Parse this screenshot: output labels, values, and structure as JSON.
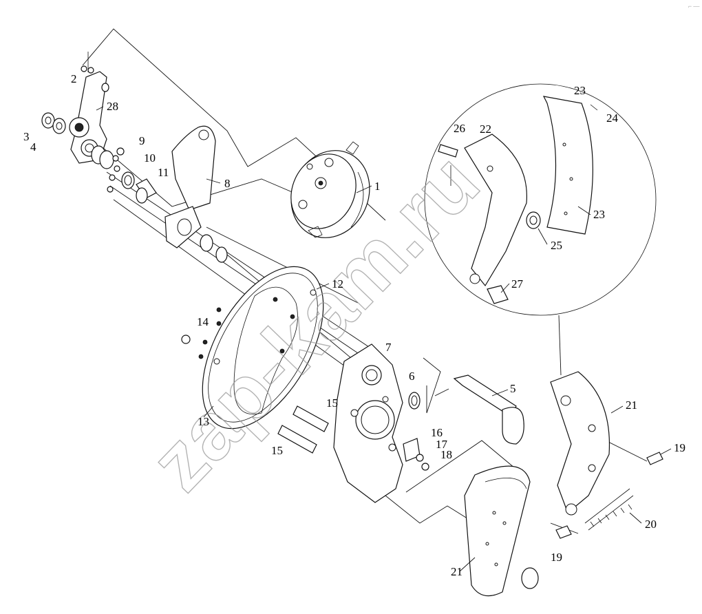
{
  "watermark": "zap-kam.ru",
  "corner_mark": "⌐ —",
  "part_labels": {
    "p1": "1",
    "p2": "2",
    "p3": "3",
    "p4": "4",
    "p5": "5",
    "p6": "6",
    "p7": "7",
    "p8": "8",
    "p9": "9",
    "p10": "10",
    "p11": "11",
    "p12": "12",
    "p13": "13",
    "p14": "14",
    "p15a": "15",
    "p15b": "15",
    "p16": "16",
    "p17": "17",
    "p18": "18",
    "p19a": "19",
    "p19b": "19",
    "p20": "20",
    "p21a": "21",
    "p21b": "21",
    "p22": "22",
    "p23a": "23",
    "p23b": "23",
    "p24": "24",
    "p25": "25",
    "p26": "26",
    "p27": "27",
    "p28": "28"
  }
}
